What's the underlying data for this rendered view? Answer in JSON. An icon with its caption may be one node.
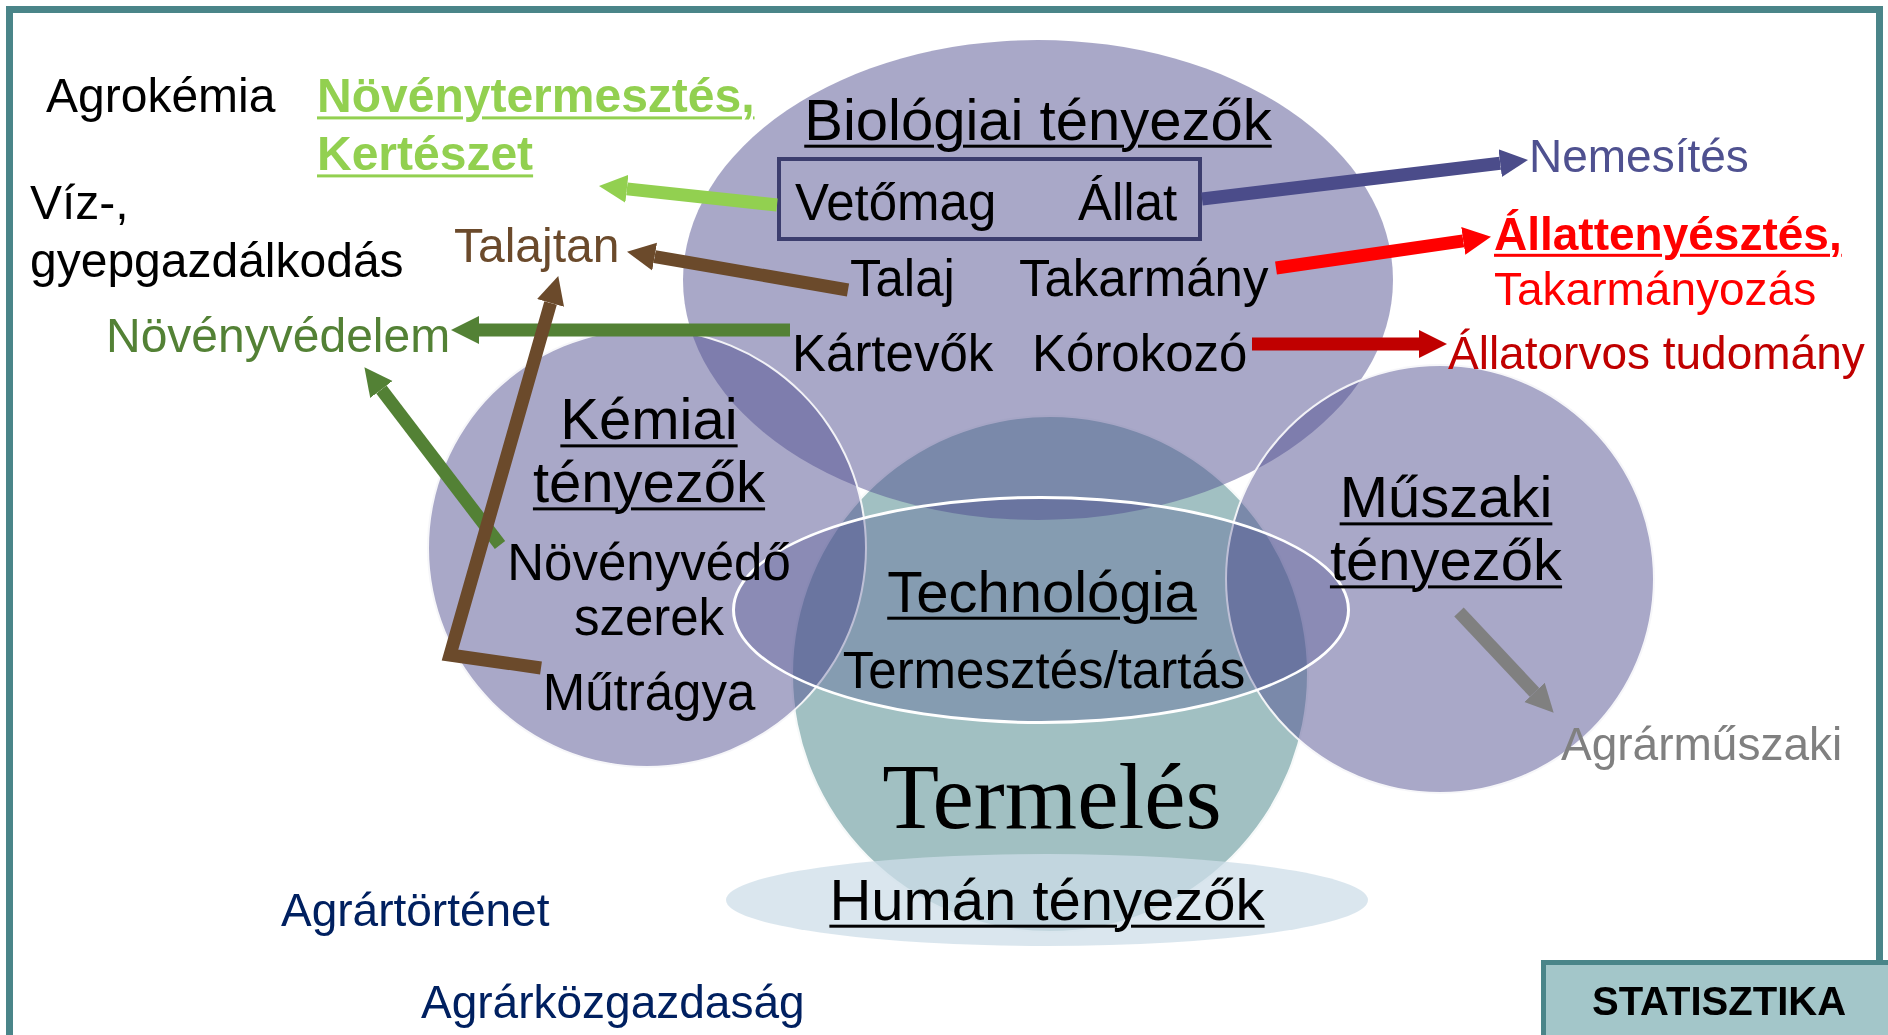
{
  "diagram": {
    "nodes": [
      {
        "text": [
          "Biológiai tényezők"
        ]
      },
      {
        "text": [
          "Vetőmag",
          "Állat"
        ],
        "in": 0
      },
      {
        "text": [
          "Talaj"
        ],
        "in": 0
      },
      {
        "text": [
          "Takarmány"
        ],
        "in": 0
      },
      {
        "text": [
          "Kártevők"
        ],
        "in": 0
      },
      {
        "text": [
          "Kórokozó"
        ],
        "in": 0
      },
      {
        "text": [
          "Kémiai tényezők"
        ]
      },
      {
        "text": [
          "Növényvédő szerek"
        ],
        "in": 6
      },
      {
        "text": [
          "Műtrágya"
        ],
        "in": 6
      },
      {
        "text": [
          "Technológia",
          "Termesztés/tartás"
        ]
      },
      {
        "text": [
          "Termelés"
        ]
      },
      {
        "text": [
          "Műszaki tényezők"
        ]
      },
      {
        "text": [
          "Humán tényezők"
        ]
      },
      {
        "text": [
          "Növénytermesztés, Kertészet"
        ]
      },
      {
        "text": [
          "Talajtan"
        ]
      },
      {
        "text": [
          "Növényvédelem"
        ]
      },
      {
        "text": [
          "Nemesítés"
        ]
      },
      {
        "text": [
          "Állattenyésztés,",
          "Takarmányozás"
        ]
      },
      {
        "text": [
          "Állatorvos tudomány"
        ]
      },
      {
        "text": [
          "Agrárműszaki"
        ]
      },
      {
        "text": [
          "STATISZTIKA"
        ]
      }
    ],
    "edges": [
      {
        "from": 1,
        "to": 13,
        "arrow": "to",
        "color": "#92d050"
      },
      {
        "from": 1,
        "to": 16,
        "arrow": "to",
        "color": "#4b4c8a"
      },
      {
        "from": 2,
        "to": 14,
        "arrow": "to",
        "color": "#6b4a2b"
      },
      {
        "from": 3,
        "to": 17,
        "arrow": "to",
        "color": "#ff0000"
      },
      {
        "from": 4,
        "to": 15,
        "arrow": "to",
        "color": "#538135"
      },
      {
        "from": 5,
        "to": 18,
        "arrow": "to",
        "color": "#c00000"
      },
      {
        "from": 7,
        "to": 15,
        "arrow": "to",
        "color": "#538135"
      },
      {
        "from": 8,
        "to": 14,
        "arrow": "to",
        "color": "#6b4a2b"
      },
      {
        "from": 11,
        "to": 19,
        "arrow": "to",
        "color": "#808080"
      }
    ],
    "labels": [
      "Agrokémia",
      "Víz-, gyepgazdálkodás",
      "Agrártörténet",
      "Agrárközgazdaság"
    ]
  }
}
